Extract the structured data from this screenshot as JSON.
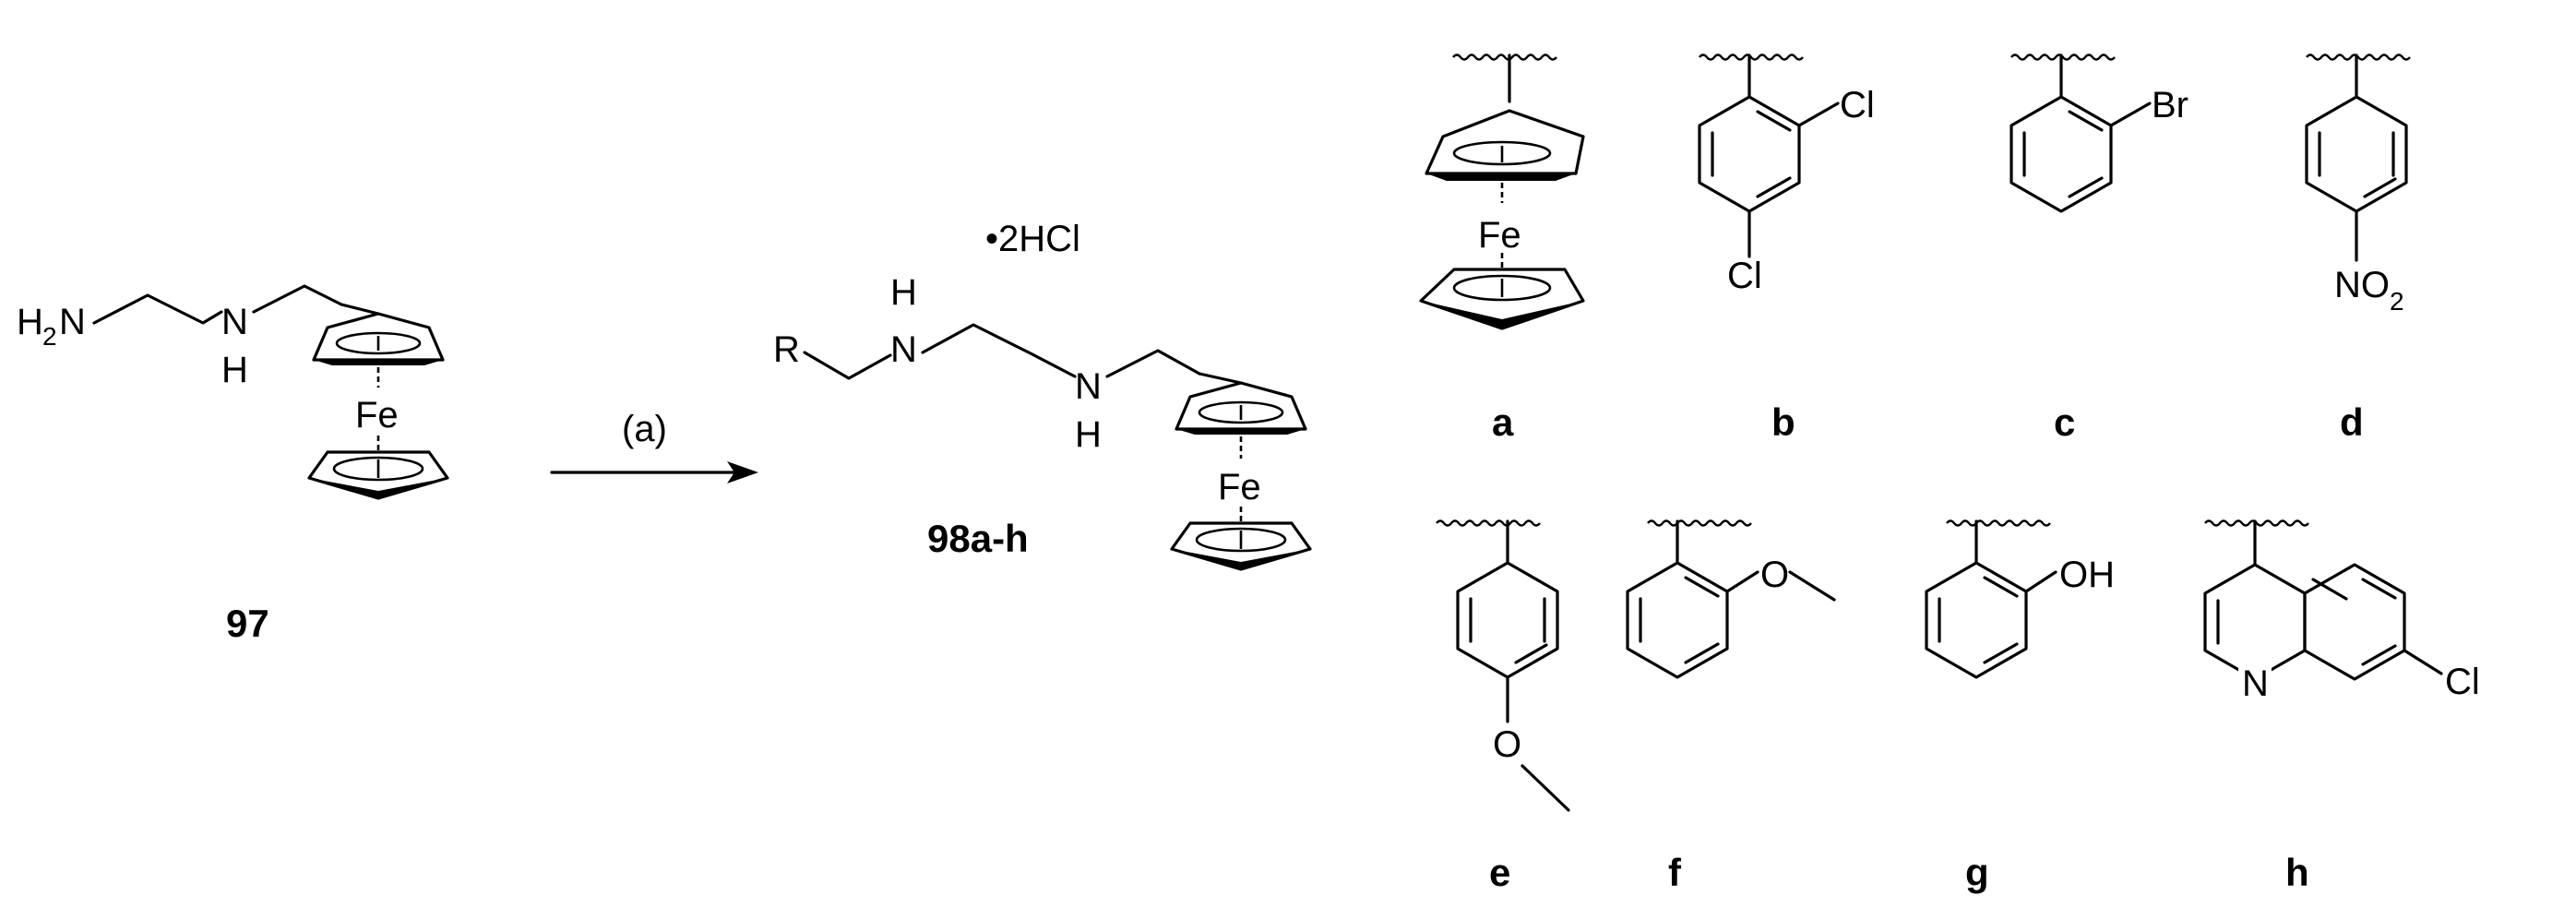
{
  "compounds": {
    "starting_material": {
      "label": "97"
    },
    "product": {
      "label": "98a-h",
      "salt": "•2HCl",
      "r_group": "R"
    }
  },
  "reaction": {
    "condition": "(a)"
  },
  "atoms": {
    "h2n_h": "H",
    "h2n_2": "2",
    "h2n_n": "N",
    "n": "N",
    "h": "H",
    "fe": "Fe",
    "cl": "Cl",
    "br": "Br",
    "no2_n": "NO",
    "no2_2": "2",
    "o": "O",
    "oh": "OH",
    "quinoline_n": "N"
  },
  "substituents": [
    {
      "id": "a",
      "label": "a",
      "group": "ferrocenyl"
    },
    {
      "id": "b",
      "label": "b",
      "group": "2,4-dichlorophenyl"
    },
    {
      "id": "c",
      "label": "c",
      "group": "2-bromophenyl"
    },
    {
      "id": "d",
      "label": "d",
      "group": "4-nitrophenyl"
    },
    {
      "id": "e",
      "label": "e",
      "group": "4-methoxyphenyl"
    },
    {
      "id": "f",
      "label": "f",
      "group": "2-methoxyphenyl"
    },
    {
      "id": "g",
      "label": "g",
      "group": "2-hydroxyphenyl"
    },
    {
      "id": "h",
      "label": "h",
      "group": "7-chloroquinolin-4-yl"
    }
  ]
}
